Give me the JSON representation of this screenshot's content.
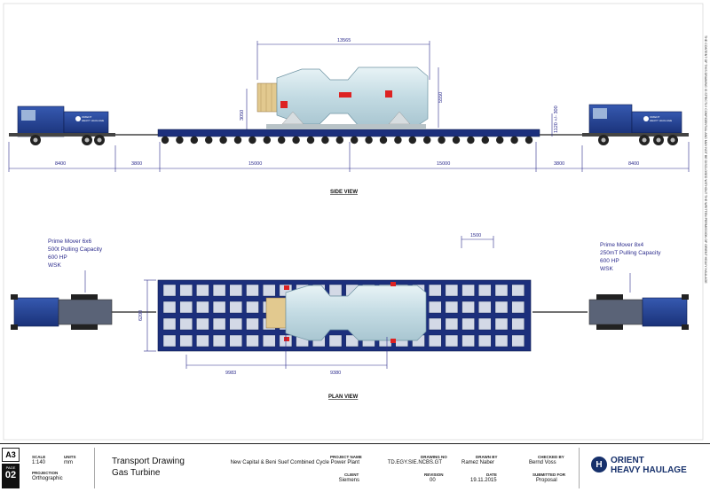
{
  "views": {
    "side_view_title": "SIDE VIEW",
    "plan_view_title": "PLAN VIEW"
  },
  "side_dims": {
    "top_length": "13565",
    "height_cargo": "5550",
    "height_deck": "3050",
    "deck_height": "1120 +/- 300",
    "bottom": [
      "8400",
      "3800",
      "15000",
      "15000",
      "3800",
      "8400"
    ]
  },
  "plan_dims": {
    "width": "6200",
    "spacing": "1500",
    "bottom": [
      "9983",
      "9380"
    ]
  },
  "prime_movers": {
    "left": [
      "Prime Mover 6x6",
      "500t Pulling Capacity",
      "600 HP",
      "WSK"
    ],
    "right": [
      "Prime Mover 8x4",
      "250mT Pulling Capacity",
      "600 HP",
      "WSK"
    ]
  },
  "truck_labels": [
    "ORIENT",
    "HEAVY HAULAGE"
  ],
  "title_block": {
    "size": "A3",
    "page_label": "PAGE",
    "page": "02",
    "scale_label": "SCALE",
    "scale": "1:140",
    "units_label": "UNITS",
    "units": "mm",
    "projection_label": "PROJECTION",
    "projection": "Orthographic",
    "title_line1": "Transport Drawing",
    "title_line2": "Gas Turbine",
    "project_label": "PROJECT NAME",
    "project": "New Capital & Beni Suef Combined Cycle Power Plant",
    "client_label": "CLIENT",
    "client": "Siemens",
    "drawing_no_label": "DRAWING NO",
    "drawing_no": "TD.EGY.SIE.NCBS.GT",
    "revision_label": "REVISION",
    "revision": "00",
    "drawn_by_label": "DRAWN BY",
    "drawn_by": "Ramez Naber",
    "date_label": "DATE",
    "date": "19.11.2015",
    "checked_by_label": "CHECKED BY",
    "checked_by": "Bernd Voss",
    "submitted_label": "SUBMITTED FOR",
    "submitted": "Proposal",
    "brand_line1": "ORIENT",
    "brand_line2": "HEAVY HAULAGE"
  },
  "side_note": "THE CONTENT OF THIS DRAWING IS STRICTLY CONFIDENTIAL AND MAY NOT BE DISCLOSED WITHOUT THE WRITTEN PERMISSION OF ORIENT HEAVY HAULAGE",
  "colors": {
    "truck_blue": "#1f3f8f",
    "trailer_blue": "#1c2f7c",
    "turbine_body": "#cfe3ea",
    "dimension_line": "#2b2b8c",
    "brand_blue": "#16306b"
  }
}
